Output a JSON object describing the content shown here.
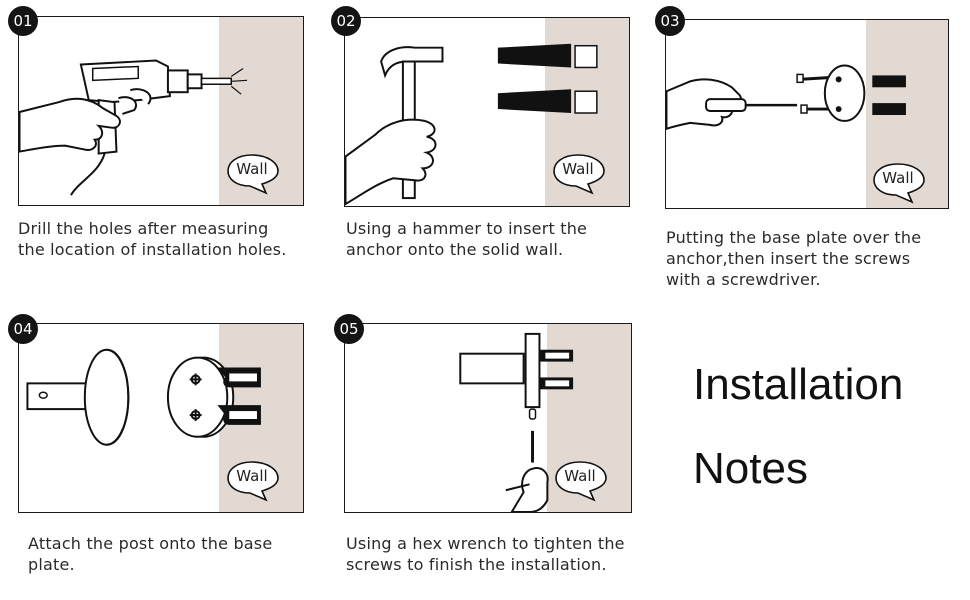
{
  "steps": [
    {
      "number": "01",
      "caption": [
        "Drill the holes after measuring",
        "the location of installation holes."
      ],
      "wall_label": "Wall"
    },
    {
      "number": "02",
      "caption": [
        "Using a hammer to insert the",
        "anchor onto the solid wall."
      ],
      "wall_label": "Wall"
    },
    {
      "number": "03",
      "caption": [
        "Putting the base plate over the",
        "anchor,then insert the screws",
        "with a screwdriver."
      ],
      "wall_label": "Wall"
    },
    {
      "number": "04",
      "caption": [
        "Attach the post onto the base",
        "plate."
      ],
      "wall_label": "Wall"
    },
    {
      "number": "05",
      "caption": [
        "Using a hex wrench to tighten the",
        "screws to finish the installation."
      ],
      "wall_label": "Wall"
    }
  ],
  "title": {
    "line1": "Installation",
    "line2": "Notes"
  },
  "colors": {
    "wall": "#e2d9d3",
    "ink": "#141414",
    "badge": "#141414"
  }
}
